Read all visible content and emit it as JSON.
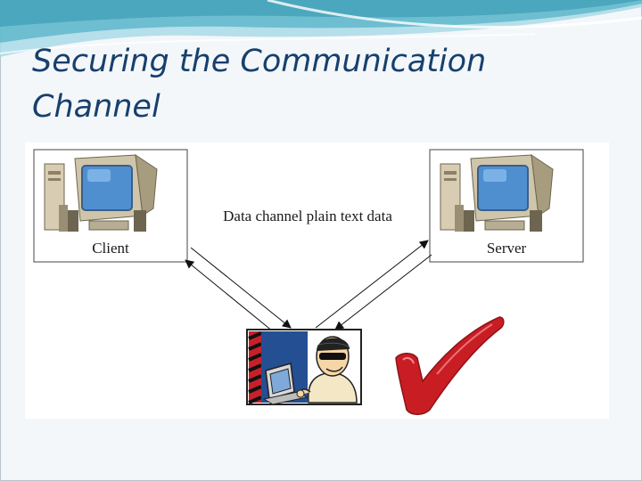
{
  "slide": {
    "title": "Securing the Communication Channel"
  },
  "diagram": {
    "client_label": "Client",
    "server_label": "Server",
    "channel_label": "Data channel plain text data"
  },
  "colors": {
    "title": "#17406d",
    "swoosh_dark": "#5bb5c9",
    "swoosh_light": "#a9dbe6",
    "monitor_screen": "#4f8fd0",
    "hacker_panel": "#244f93",
    "hacker_stripe": "#c8202a",
    "checkmark": "#c91d24"
  },
  "icons": {
    "client": "desktop-computer-icon",
    "server": "desktop-computer-icon",
    "intruder": "hacker-at-laptop-icon",
    "status": "checkmark-icon"
  }
}
